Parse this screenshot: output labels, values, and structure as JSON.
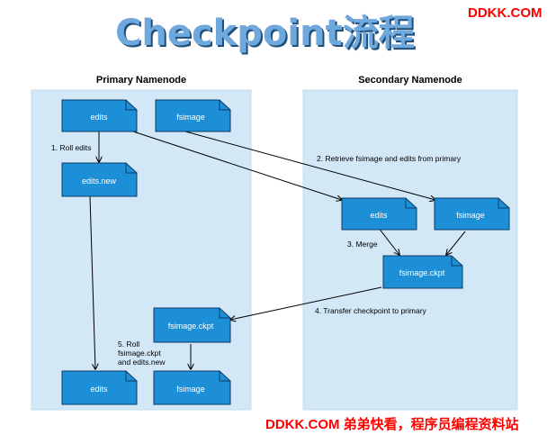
{
  "title": "Checkpoint流程",
  "watermark_top": "DDKK.COM",
  "watermark_bottom": "DDKK.COM 弟弟快看，程序员编程资料站",
  "panels": {
    "primary_label": "Primary Namenode",
    "secondary_label": "Secondary Namenode"
  },
  "files": {
    "p_edits": "edits",
    "p_fsimage": "fsimage",
    "p_edits_new": "edits.new",
    "s_edits": "edits",
    "s_fsimage": "fsimage",
    "s_ckpt": "fsimage.ckpt",
    "p_ckpt": "fsimage.ckpt",
    "p_edits_final": "edits",
    "p_fsimage_final": "fsimage"
  },
  "steps": {
    "step1": "1. Roll edits",
    "step2": "2. Retrieve fsimage and edits from primary",
    "step3": "3. Merge",
    "step4": "4. Transfer checkpoint to primary",
    "step5_line1": "5. Roll",
    "step5_line2": "fsimage.ckpt",
    "step5_line3": "and edits.new"
  },
  "colors": {
    "panel_fill": "#d2e8f7",
    "file_fill": "#1d8fd6",
    "file_stroke": "#0d3b66",
    "title": "#6fa8dc",
    "watermark": "#ff0000"
  }
}
